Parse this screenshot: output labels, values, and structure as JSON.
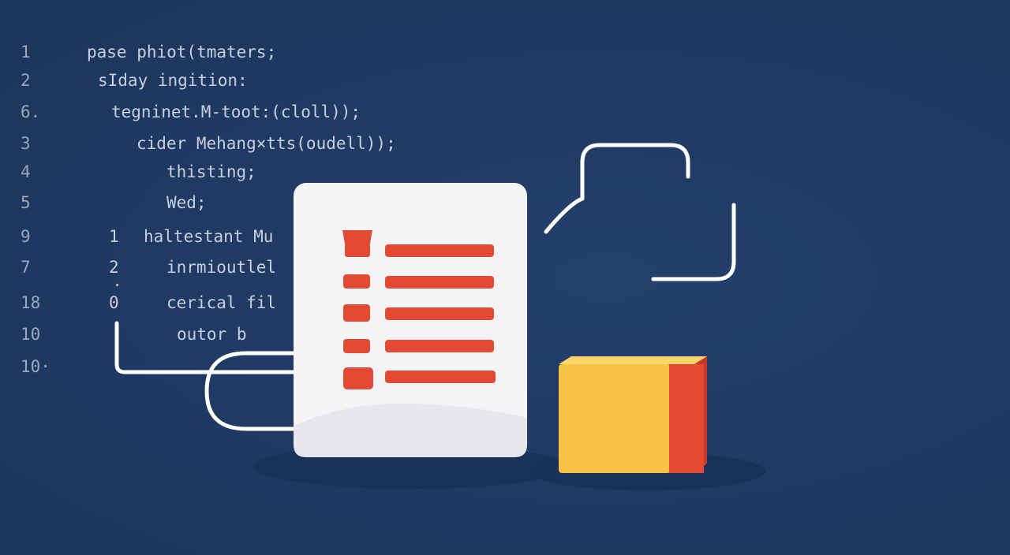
{
  "editor": {
    "lines": [
      {
        "num": "1",
        "text": "pase phiot(tmaters;"
      },
      {
        "num": "2",
        "text": "sIday ingition:"
      },
      {
        "num": "6.",
        "text": "tegninet.M-toot:(cloll));"
      },
      {
        "num": "3",
        "text": "cider Mehang×tts(oudell));"
      },
      {
        "num": "4",
        "text": "thisting;"
      },
      {
        "num": "5",
        "text": "Wed;"
      },
      {
        "num": "9",
        "sub": "1",
        "text": "haltestant Mu"
      },
      {
        "num": "7",
        "sub": "2",
        "text": "inrmioutlel"
      },
      {
        "num": "18",
        "sub": "0",
        "text": "cerical fil"
      },
      {
        "num": "10",
        "text": "outor b"
      },
      {
        "num": "10·",
        "text": ""
      }
    ]
  },
  "colors": {
    "background": "#1f3a64",
    "accent_red": "#e24a33",
    "accent_yellow": "#f6c344",
    "document": "#f4f4f7",
    "outline": "#ffffff"
  },
  "illustration": {
    "document_icon": "checklist-document",
    "cube_icon": "cube",
    "checklist_items": 5
  }
}
